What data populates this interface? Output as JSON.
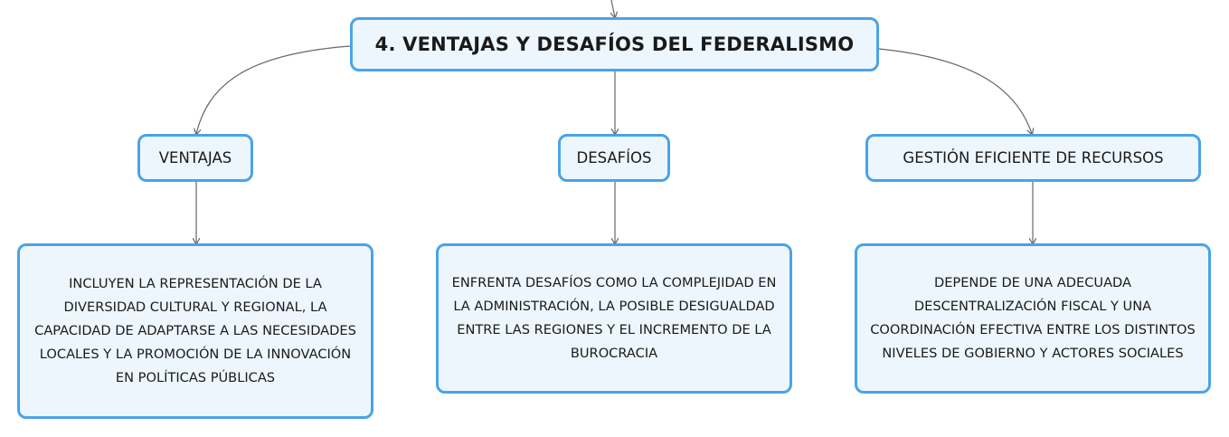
{
  "diagram": {
    "title": "4. VENTAJAS Y DESAFÍOS DEL FEDERALISMO",
    "branches": [
      {
        "label": "VENTAJAS",
        "detail": "INCLUYEN LA REPRESENTACIÓN DE LA DIVERSIDAD CULTURAL Y REGIONAL, LA CAPACIDAD DE ADAPTARSE A LAS NECESIDADES LOCALES Y LA PROMOCIÓN DE LA INNOVACIÓN EN POLÍTICAS PÚBLICAS"
      },
      {
        "label": "DESAFÍOS",
        "detail": "ENFRENTA DESAFÍOS COMO LA COMPLEJIDAD EN LA ADMINISTRACIÓN, LA POSIBLE DESIGUALDAD ENTRE LAS REGIONES Y EL INCREMENTO DE LA BUROCRACIA"
      },
      {
        "label": "GESTIÓN EFICIENTE DE RECURSOS",
        "detail": "DEPENDE DE UNA ADECUADA DESCENTRALIZACIÓN FISCAL Y UNA COORDINACIÓN EFECTIVA ENTRE LOS DISTINTOS NIVELES DE GOBIERNO Y ACTORES SOCIALES"
      }
    ]
  },
  "colors": {
    "node_border": "#4aa3e8",
    "node_fill": "#eef6fd",
    "connector": "#666666"
  }
}
